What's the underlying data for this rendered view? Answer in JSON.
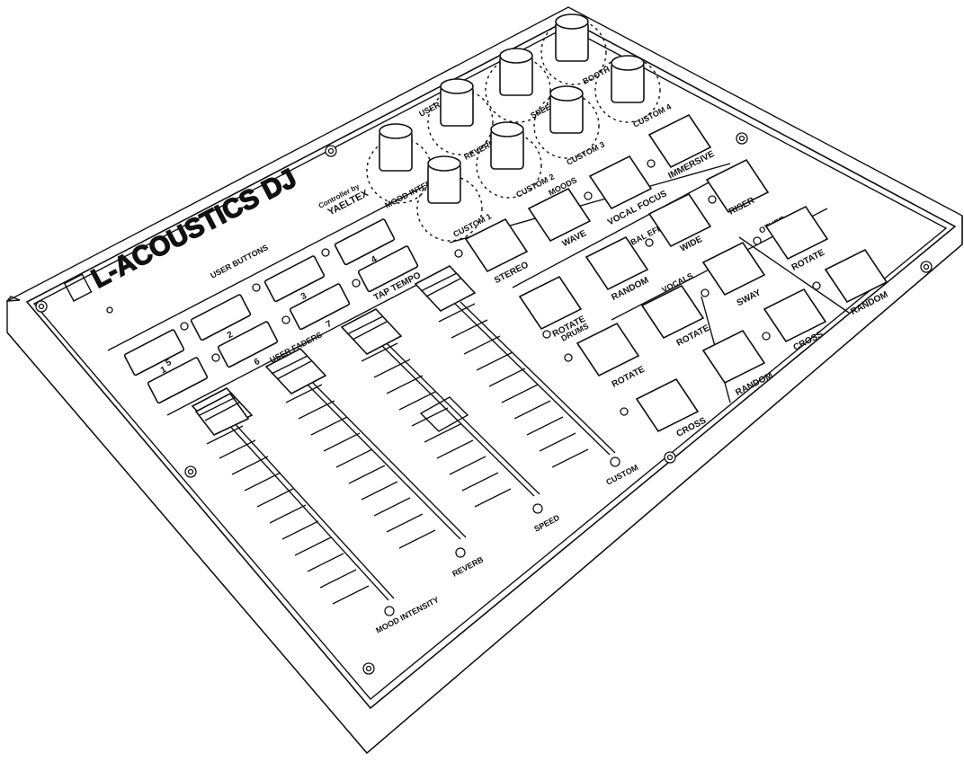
{
  "brand": {
    "name": "L-ACOUSTICS DJ",
    "credit_line": "Controller by",
    "credit_maker": "YAELTEX"
  },
  "sections": {
    "user_buttons": "USER BUTTONS",
    "user_faders": "USER FADERS",
    "user_knobs": "USER KNOBS",
    "moods": "MOODS",
    "global_effects": "GLOBAL EFFECTS",
    "vocals": "VOCALS",
    "drums": "DRUMS",
    "other": "OTHER"
  },
  "user_buttons": [
    "1",
    "2",
    "3",
    "4",
    "5",
    "6",
    "7",
    "TAP TEMPO"
  ],
  "faders": [
    "MOOD INTENSITY",
    "REVERB",
    "SPEED",
    "CUSTOM"
  ],
  "knobs": [
    "MOOD INTENSITY",
    "REVERB",
    "SPEED",
    "BOOTH",
    "CUSTOM 1",
    "CUSTOM 2",
    "CUSTOM 3",
    "CUSTOM 4"
  ],
  "moods": [
    "WAVE",
    "VOCAL FOCUS",
    "IMMERSIVE"
  ],
  "global_effects": [
    "STEREO",
    "RANDOM",
    "WIDE",
    "RISER"
  ],
  "drums": [
    "ROTATE",
    "ROTATE"
  ],
  "vocals": [
    "ROTATE",
    "SWAY",
    "RANDOM",
    "CROSS"
  ],
  "other": [
    "ROTATE",
    "RANDOM"
  ],
  "cross_button": "CROSS"
}
